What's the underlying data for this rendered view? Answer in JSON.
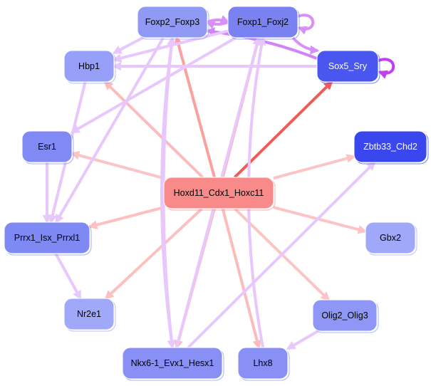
{
  "diagram": {
    "type": "gene-regulatory-network",
    "nodes": [
      {
        "id": "foxp2",
        "label": "Foxp2_Foxp3",
        "fill": "#9099f4",
        "text_color": "#000000"
      },
      {
        "id": "foxp1",
        "label": "Foxp1_Foxj2",
        "fill": "#7a82f2",
        "text_color": "#000000"
      },
      {
        "id": "sox5",
        "label": "Sox5_Sry",
        "fill": "#4a56f0",
        "text_color": "#ffffff"
      },
      {
        "id": "hbp1",
        "label": "Hbp1",
        "fill": "#97a0f8",
        "text_color": "#000000"
      },
      {
        "id": "esr1",
        "label": "Esr1",
        "fill": "#8089f4",
        "text_color": "#000000"
      },
      {
        "id": "zbtb33",
        "label": "Zbtb33_Chd2",
        "fill": "#3a46ee",
        "text_color": "#ffffff"
      },
      {
        "id": "hoxd11",
        "label": "Hoxd11_Cdx1_Hoxc11",
        "fill": "#f98a8a",
        "text_color": "#000000"
      },
      {
        "id": "prrx1",
        "label": "Prrx1_Isx_Prrxl1",
        "fill": "#7f89f3",
        "text_color": "#000000"
      },
      {
        "id": "gbx2",
        "label": "Gbx2",
        "fill": "#a0a8fa",
        "text_color": "#000000"
      },
      {
        "id": "nr2e1",
        "label": "Nr2e1",
        "fill": "#a0a8fa",
        "text_color": "#000000"
      },
      {
        "id": "olig2",
        "label": "Olig2_Olig3",
        "fill": "#8e97f6",
        "text_color": "#000000"
      },
      {
        "id": "nkx6",
        "label": "Nkx6-1_Evx1_Hesx1",
        "fill": "#8990f5",
        "text_color": "#000000"
      },
      {
        "id": "lhx8",
        "label": "Lhx8",
        "fill": "#8990f5",
        "text_color": "#000000"
      }
    ],
    "edges": [
      {
        "from": "hoxd11",
        "to": "sox5",
        "color": "#f05a5a"
      },
      {
        "from": "hoxd11",
        "to": "foxp2",
        "color": "#fca0a0"
      },
      {
        "from": "hoxd11",
        "to": "foxp1",
        "color": "#fcb4b4"
      },
      {
        "from": "hoxd11",
        "to": "hbp1",
        "color": "#fcbcbc"
      },
      {
        "from": "hoxd11",
        "to": "esr1",
        "color": "#fcc4c4"
      },
      {
        "from": "hoxd11",
        "to": "zbtb33",
        "color": "#fcc4c4"
      },
      {
        "from": "hoxd11",
        "to": "prrx1",
        "color": "#fcc0c0"
      },
      {
        "from": "hoxd11",
        "to": "gbx2",
        "color": "#fcc4c4"
      },
      {
        "from": "hoxd11",
        "to": "nr2e1",
        "color": "#fcc0c0"
      },
      {
        "from": "hoxd11",
        "to": "olig2",
        "color": "#fcc4c4"
      },
      {
        "from": "hoxd11",
        "to": "nkx6",
        "color": "#fcbcbc"
      },
      {
        "from": "hoxd11",
        "to": "lhx8",
        "color": "#fcbcbc"
      },
      {
        "from": "foxp2",
        "to": "foxp1",
        "color": "#d890f8"
      },
      {
        "from": "foxp1",
        "to": "foxp2",
        "color": "#d890f8"
      },
      {
        "from": "foxp1",
        "to": "foxp1",
        "color": "#d890f8"
      },
      {
        "from": "foxp1",
        "to": "sox5",
        "color": "#d890f8"
      },
      {
        "from": "sox5",
        "to": "foxp2",
        "color": "#d084f8"
      },
      {
        "from": "sox5",
        "to": "sox5",
        "color": "#c040f0"
      },
      {
        "from": "sox5",
        "to": "hbp1",
        "color": "#e8c8fc"
      },
      {
        "from": "foxp1",
        "to": "hbp1",
        "color": "#e8c8fc"
      },
      {
        "from": "foxp2",
        "to": "hbp1",
        "color": "#e8c8fc"
      },
      {
        "from": "foxp1",
        "to": "esr1",
        "color": "#e8c8fc"
      },
      {
        "from": "foxp2",
        "to": "prrx1",
        "color": "#e8c8fc"
      },
      {
        "from": "esr1",
        "to": "prrx1",
        "color": "#e8c8fc"
      },
      {
        "from": "prrx1",
        "to": "nr2e1",
        "color": "#e8c8fc"
      },
      {
        "from": "nkx6",
        "to": "foxp2",
        "color": "#e8c8fc"
      },
      {
        "from": "nkx6",
        "to": "foxp1",
        "color": "#e8c8fc"
      },
      {
        "from": "nkx6",
        "to": "zbtb33",
        "color": "#e8c8fc"
      },
      {
        "from": "lhx8",
        "to": "foxp1",
        "color": "#e8c8fc"
      },
      {
        "from": "foxp2",
        "to": "nkx6",
        "color": "#e8c8fc"
      },
      {
        "from": "olig2",
        "to": "lhx8",
        "color": "#e8c8fc"
      },
      {
        "from": "hbp1",
        "to": "prrx1",
        "color": "#e8c8fc"
      }
    ]
  }
}
